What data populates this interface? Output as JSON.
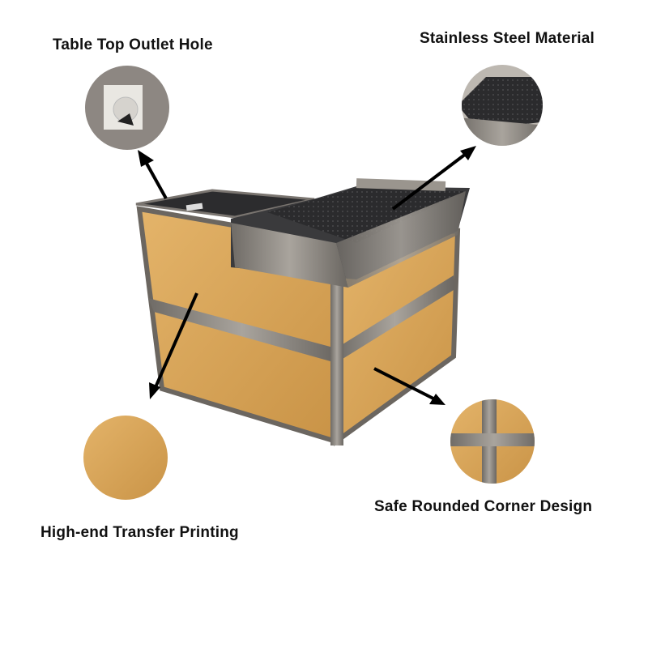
{
  "labels": {
    "outlet": "Table Top Outlet Hole",
    "steel": "Stainless Steel Material",
    "corner": "Safe Rounded Corner Design",
    "printing": "High-end Transfer Printing"
  },
  "colors": {
    "wood": "#d9a75c",
    "wood_dark": "#c08a44",
    "steel": "#8a8580",
    "top": "#2a2a2c",
    "arrow": "#000000"
  }
}
